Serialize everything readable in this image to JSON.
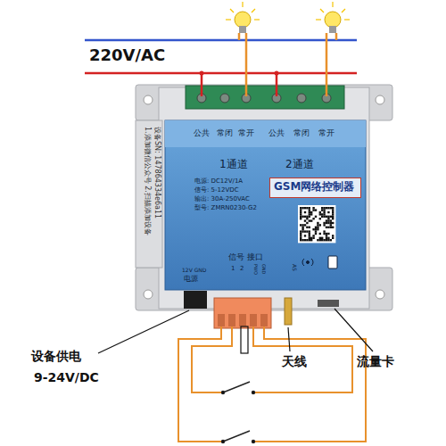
{
  "diagram": {
    "nodes": [
      {
        "text": [
          "GSM网络控制器"
        ]
      }
    ],
    "labels": [
      "220V/AC",
      "公共",
      "常闭",
      "常开",
      "公共",
      "常闭",
      "常开",
      "1通道",
      "2通道",
      "电源: DC12V/1A",
      "信号: 5-12VDC",
      "输出: 30A-250VAC",
      "型号: ZMRN0230-G2",
      "设备SN: 147864334e6a11",
      "1.添加微信公众号 2.扫描添加设备",
      "12V GND",
      "电源",
      "信号 接口",
      "1",
      "2",
      "PWO",
      "GND",
      "AS",
      "设备供电",
      "9-24V/DC",
      "天线",
      "流量卡"
    ]
  }
}
